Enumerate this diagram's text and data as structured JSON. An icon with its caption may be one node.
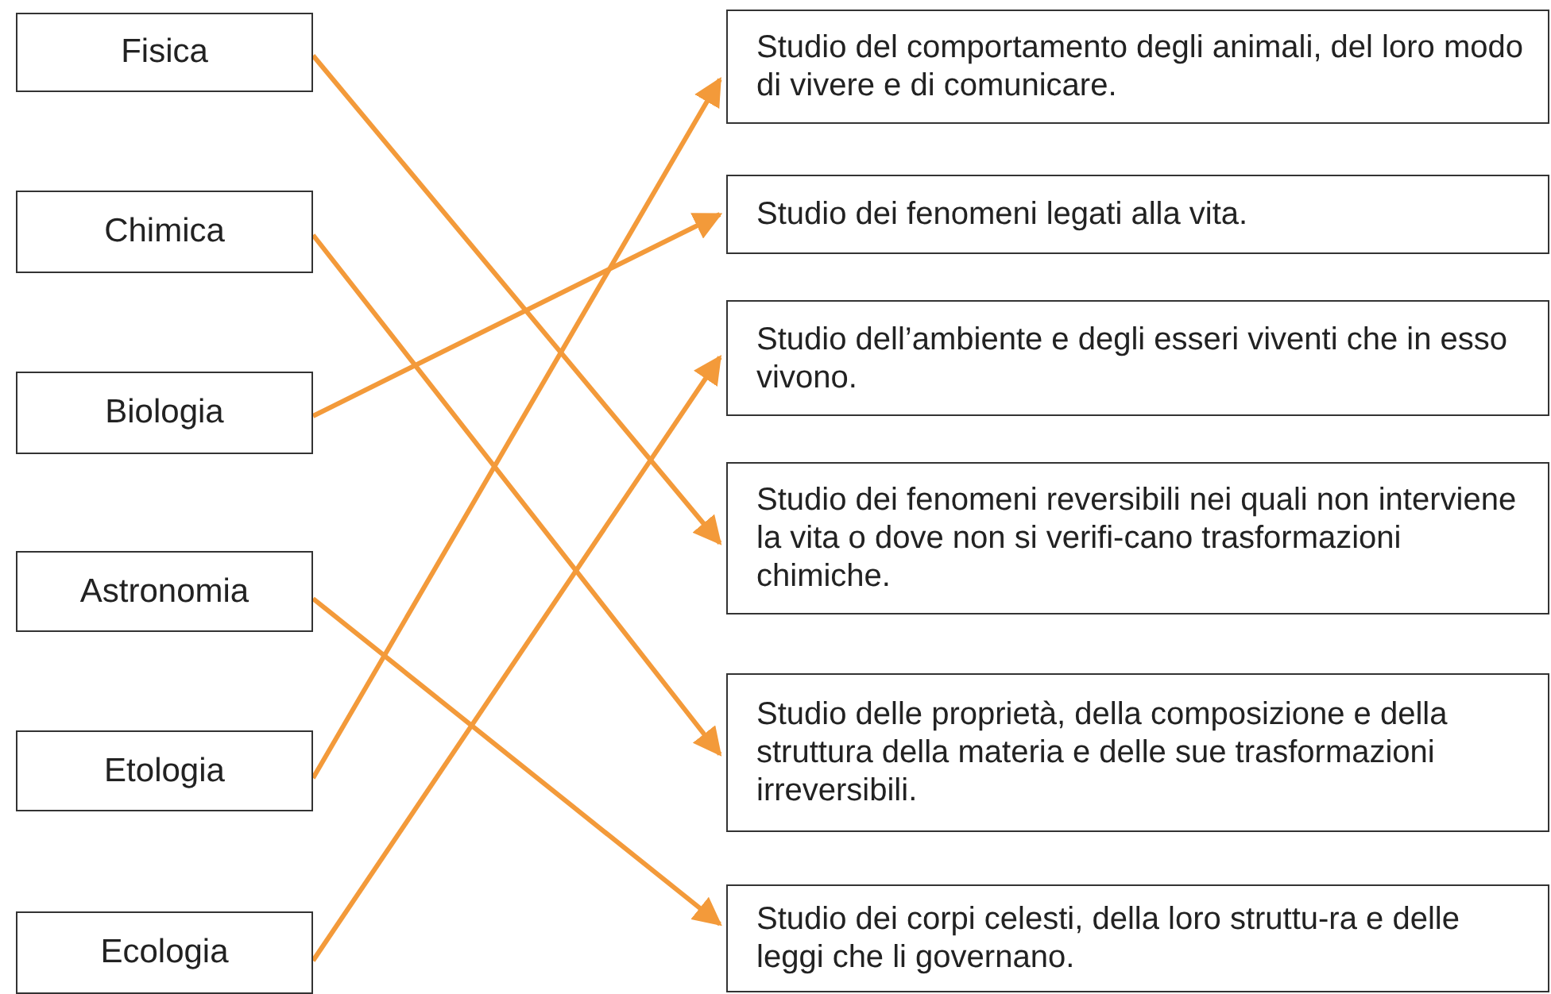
{
  "diagram": {
    "nodes": [
      {
        "text": [
          "Fisica"
        ]
      },
      {
        "text": [
          "Chimica"
        ]
      },
      {
        "text": [
          "Biologia"
        ]
      },
      {
        "text": [
          "Astronomia"
        ]
      },
      {
        "text": [
          "Etologia"
        ]
      },
      {
        "text": [
          "Ecologia"
        ]
      },
      {
        "text": [
          "Studio del comportamento degli animali, del loro modo di vivere e di comunicare."
        ]
      },
      {
        "text": [
          "Studio dei fenomeni legati alla vita."
        ]
      },
      {
        "text": [
          "Studio dell’ambiente e degli esseri viventi che in esso vivono."
        ]
      },
      {
        "text": [
          "Studio dei fenomeni reversibili nei quali non interviene la vita o dove non si verifi-cano trasformazioni chimiche."
        ]
      },
      {
        "text": [
          "Studio delle proprietà, della composizione e della struttura della materia e delle sue trasformazioni irreversibili."
        ]
      },
      {
        "text": [
          "Studio dei corpi celesti, della loro struttu-ra e delle leggi che li governano."
        ]
      }
    ],
    "edges": [
      {
        "from": 0,
        "to": 9,
        "arrow": "to"
      },
      {
        "from": 1,
        "to": 10,
        "arrow": "to"
      },
      {
        "from": 2,
        "to": 7,
        "arrow": "to"
      },
      {
        "from": 3,
        "to": 11,
        "arrow": "to"
      },
      {
        "from": 4,
        "to": 6,
        "arrow": "to"
      },
      {
        "from": 5,
        "to": 8,
        "arrow": "to"
      }
    ]
  }
}
